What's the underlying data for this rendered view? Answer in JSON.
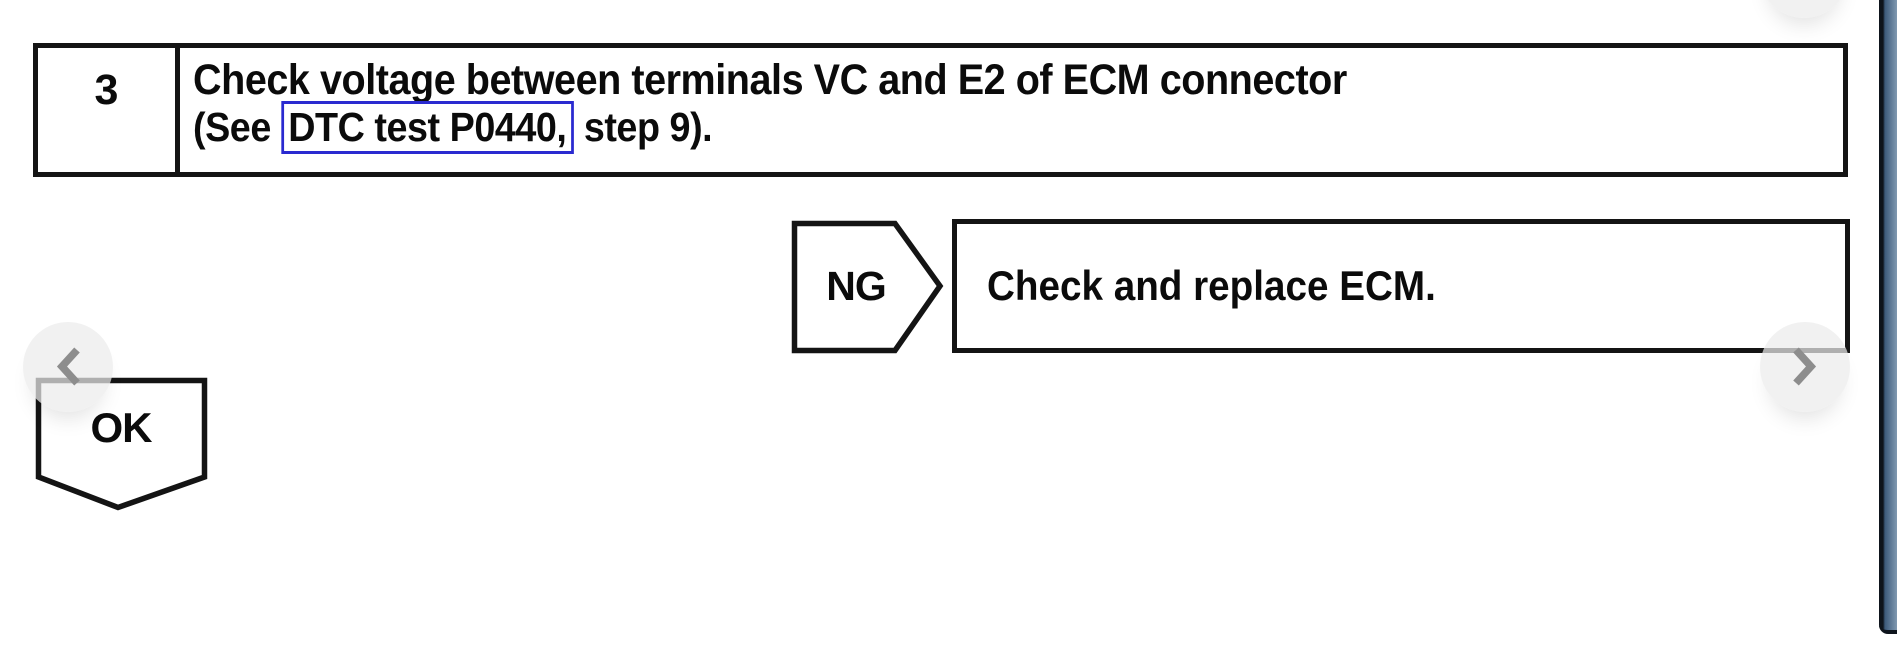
{
  "flowchart": {
    "question": {
      "number": "3",
      "title": "Check voltage between terminals VC and E2 of ECM connector",
      "see_prefix": "(See ",
      "link_label": "DTC test P0440,",
      "see_suffix": " step 9)."
    },
    "ng_branch": {
      "label": "NG",
      "action": "Check and replace ECM."
    },
    "ok_branch": {
      "label": "OK"
    }
  },
  "nav": {
    "prev_icon": "chevron-left",
    "next_icon": "chevron-right"
  },
  "colors": {
    "ink": "#141414",
    "text": "#0b0b0b",
    "link_border": "#2a2ad0",
    "nav_chevron": "#8d8d8d",
    "nav_circle_fill": "rgba(236,236,236,0.72)",
    "scrollbar_edge": "#0e141c",
    "scrollbar_gradient_start": "#3d5b7c",
    "scrollbar_gradient_end": "#8099b0"
  }
}
